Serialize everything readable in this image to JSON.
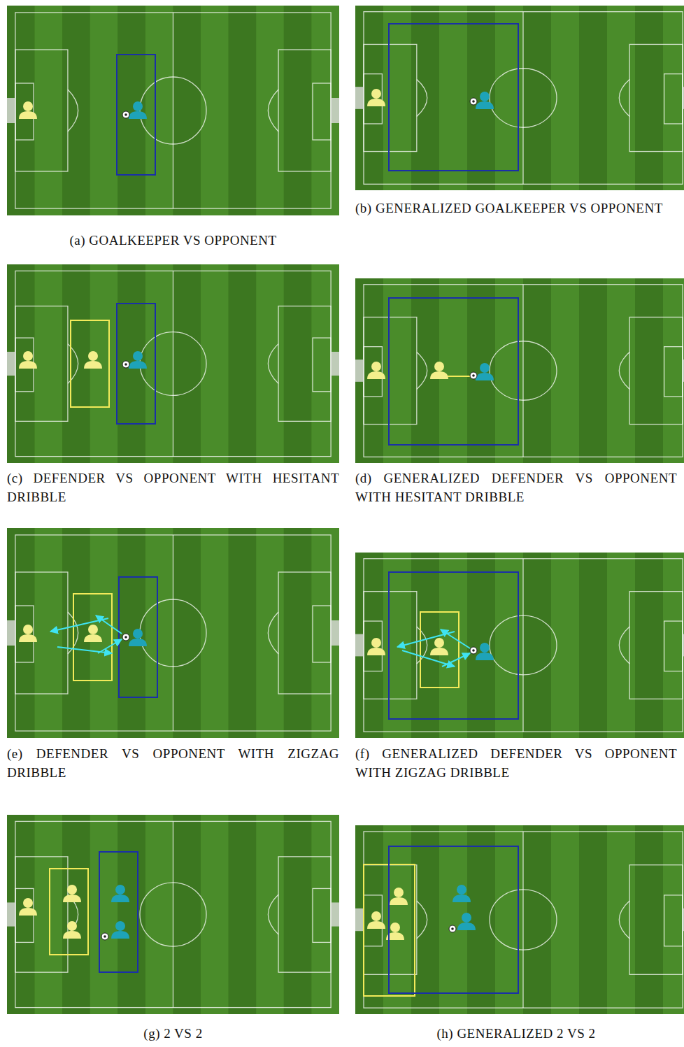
{
  "diagram": {
    "labels": [
      "(a) GOALKEEPER VS OPPONENT",
      "(b) GENERALIZED GOALKEEPER VS OPPONENT",
      "(c) DEFENDER VS OPPONENT WITH HESITANT DRIBBLE",
      "(d) GENERALIZED DEFENDER VS OPPONENT WITH HESITANT DRIBBLE",
      "(e) DEFENDER VS OPPONENT WITH ZIGZAG DRIBBLE",
      "(f) GENERALIZED DEFENDER VS OPPONENT WITH ZIGZAG DRIBBLE",
      "(g) 2 VS 2",
      "(h) GENERALIZED 2 VS 2"
    ]
  }
}
